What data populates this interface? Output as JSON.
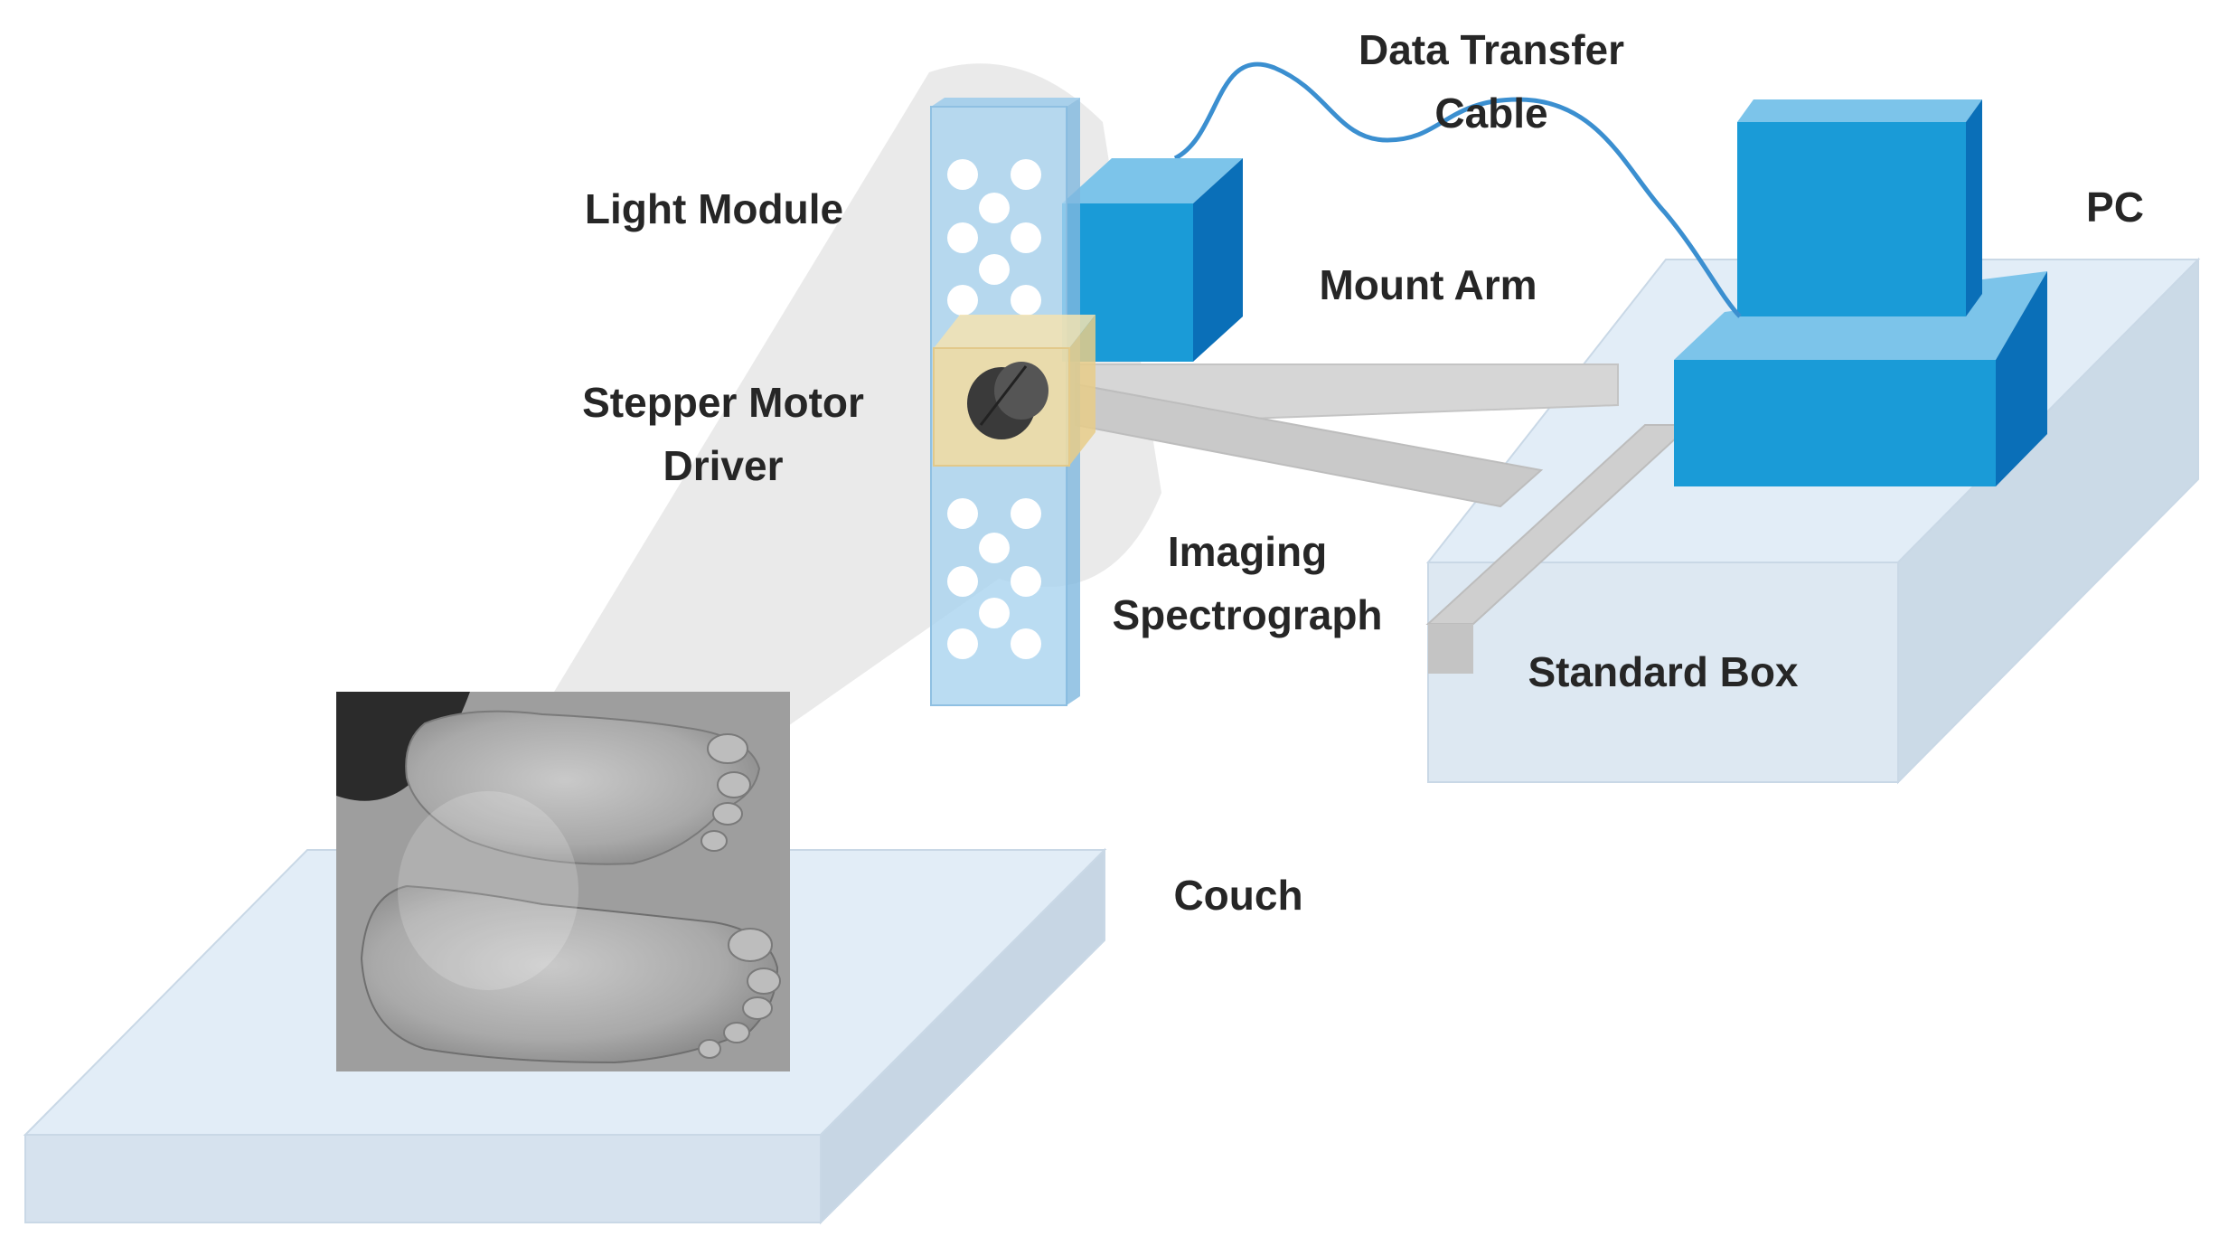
{
  "labels": {
    "data_transfer_cable": [
      "Data Transfer",
      "Cable"
    ],
    "light_module": "Light Module",
    "pc": "PC",
    "mount_arm": "Mount Arm",
    "stepper_motor_driver": [
      "Stepper Motor",
      "Driver"
    ],
    "imaging_spectrograph": [
      "Imaging",
      "Spectrograph"
    ],
    "standard_box": "Standard Box",
    "couch": "Couch"
  },
  "colors": {
    "blue_front": "#1a9bd7",
    "blue_side": "#0a6fb8",
    "blue_top": "#7cc4ea",
    "light_panel": "#a9d3ef",
    "platform_top": "#e2edf7",
    "platform_front": "#d6e2ee",
    "platform_side": "#c7d6e4",
    "arm_gray": "#cfcfcf",
    "motor_yellow": "#f2dca0",
    "cable": "#3b8fd0",
    "text": "#262626"
  }
}
